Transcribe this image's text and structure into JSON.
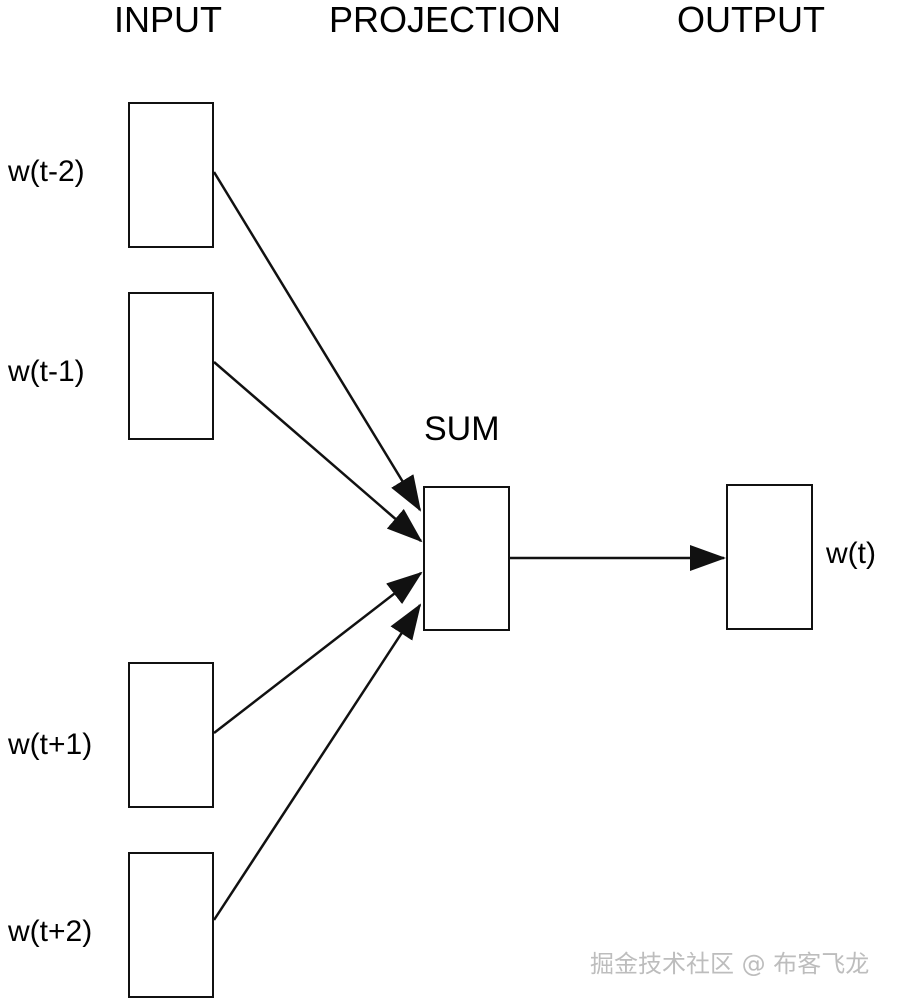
{
  "headers": {
    "input": "INPUT",
    "projection": "PROJECTION",
    "output": "OUTPUT"
  },
  "inputs": [
    {
      "label": "w(t-2)"
    },
    {
      "label": "w(t-1)"
    },
    {
      "label": "w(t+1)"
    },
    {
      "label": "w(t+2)"
    }
  ],
  "projection": {
    "label": "SUM"
  },
  "output": {
    "label": "w(t)"
  },
  "watermark": "掘金技术社区 @ 布客飞龙",
  "colors": {
    "stroke": "#111111",
    "background": "#ffffff",
    "watermark": "#bdbdbd"
  }
}
